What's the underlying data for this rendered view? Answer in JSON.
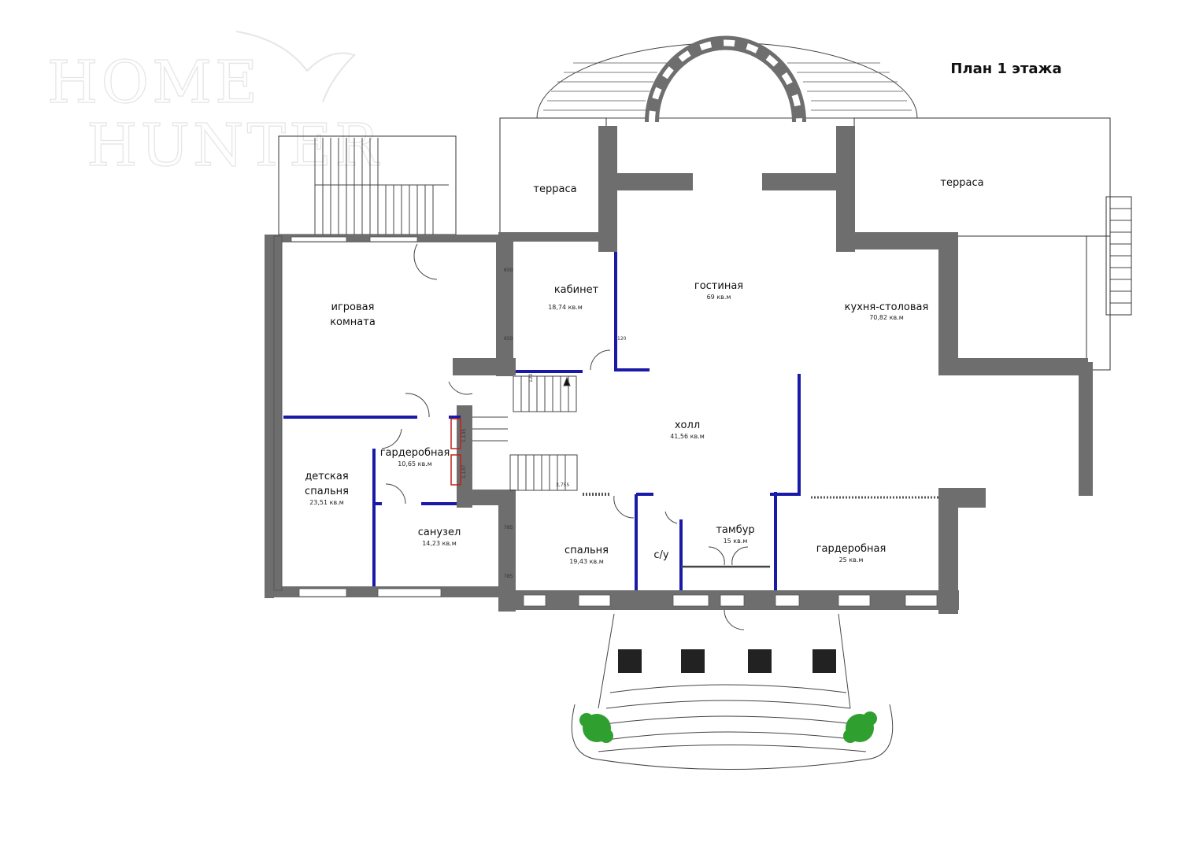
{
  "title": "План 1 этажа",
  "watermark": {
    "line1": "HOME",
    "line2": "HUNTER"
  },
  "rooms": {
    "terrace_left": {
      "name": "терраса"
    },
    "terrace_right": {
      "name": "терраса"
    },
    "cabinet": {
      "name": "кабинет",
      "area": "18,74 кв.м"
    },
    "living": {
      "name": "гостиная",
      "area": "69 кв.м"
    },
    "kitchen": {
      "name": "кухня-столовая",
      "area": "70,82 кв.м"
    },
    "playroom": {
      "name1": "игровая",
      "name2": "комната"
    },
    "hall": {
      "name": "холл",
      "area": "41,56 кв.м"
    },
    "wardrobe_small": {
      "name": "гардеробная",
      "area": "10,65 кв.м"
    },
    "kids_bedroom": {
      "name1": "детская",
      "name2": "спальня",
      "area": "23,51 кв.м"
    },
    "bathroom": {
      "name": "санузел",
      "area": "14,23 кв.м"
    },
    "bedroom": {
      "name": "спальня",
      "area": "19,43 кв.м"
    },
    "wc": {
      "name": "с/у"
    },
    "vestibule": {
      "name": "тамбур",
      "area": "15 кв.м"
    },
    "wardrobe_large": {
      "name": "гардеробная",
      "area": "25 кв.м"
    }
  },
  "dimensions": [
    "120",
    "120",
    "3,755",
    "1,135",
    "1,137",
    "785",
    "785",
    "650",
    "650"
  ],
  "colors": {
    "wall": "#6e6e6e",
    "partition": "#1a1aa8",
    "plant": "#2fa02f",
    "accent_red": "#c0201a"
  }
}
